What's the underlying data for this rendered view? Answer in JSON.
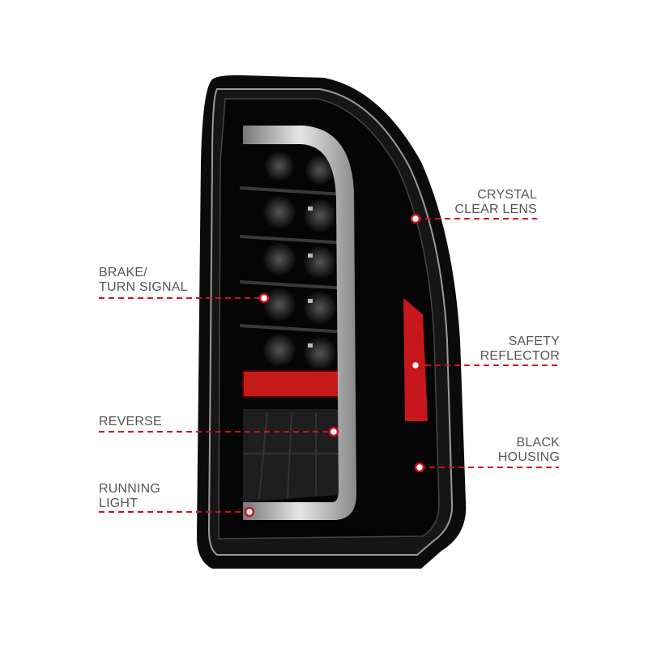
{
  "callouts": {
    "crystal_clear_lens": {
      "line1": "CRYSTAL",
      "line2": "CLEAR LENS"
    },
    "brake_turn_signal": {
      "line1": "BRAKE/",
      "line2": "TURN SIGNAL"
    },
    "safety_reflector": {
      "line1": "SAFETY",
      "line2": "REFLECTOR"
    },
    "reverse": {
      "line1": "REVERSE"
    },
    "black_housing": {
      "line1": "BLACK",
      "line2": "HOUSING"
    },
    "running_light": {
      "line1": "RUNNING",
      "line2": "LIGHT"
    }
  },
  "colors": {
    "accent": "#d0101e",
    "label": "#555555",
    "housing": "#0b0b0b"
  }
}
